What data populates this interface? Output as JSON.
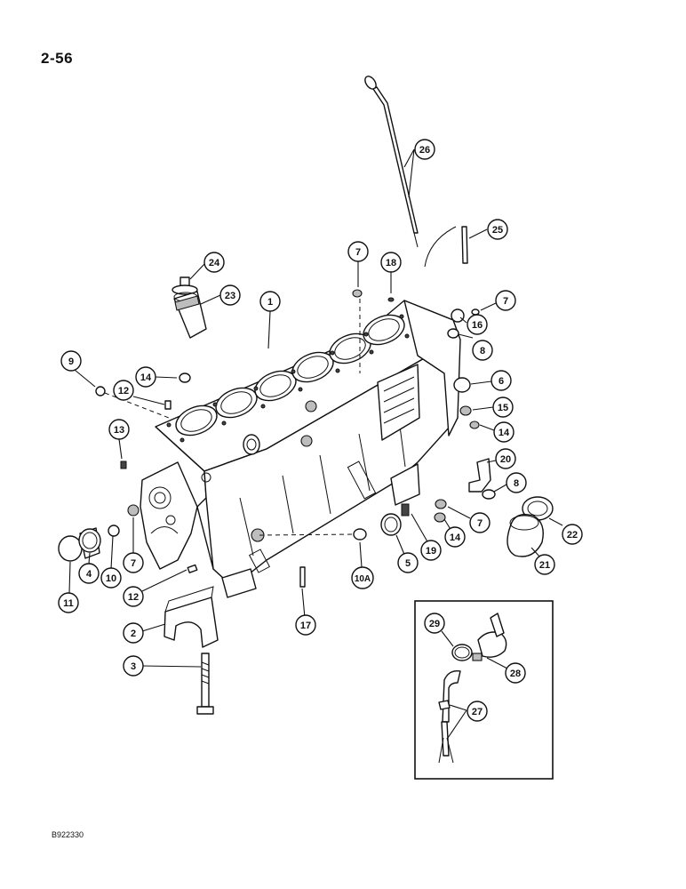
{
  "page": {
    "number": "2-56",
    "figure_code": "B922330"
  },
  "callouts": [
    {
      "id": "c26",
      "label": "26"
    },
    {
      "id": "c25",
      "label": "25"
    },
    {
      "id": "c24",
      "label": "24"
    },
    {
      "id": "c23",
      "label": "23"
    },
    {
      "id": "c7a",
      "label": "7"
    },
    {
      "id": "c18",
      "label": "18"
    },
    {
      "id": "c1",
      "label": "1"
    },
    {
      "id": "c7b",
      "label": "7"
    },
    {
      "id": "c16",
      "label": "16"
    },
    {
      "id": "c8a",
      "label": "8"
    },
    {
      "id": "c9",
      "label": "9"
    },
    {
      "id": "c14a",
      "label": "14"
    },
    {
      "id": "c12a",
      "label": "12"
    },
    {
      "id": "c6",
      "label": "6"
    },
    {
      "id": "c15",
      "label": "15"
    },
    {
      "id": "c14b",
      "label": "14"
    },
    {
      "id": "c13",
      "label": "13"
    },
    {
      "id": "c20",
      "label": "20"
    },
    {
      "id": "c8b",
      "label": "8"
    },
    {
      "id": "c22",
      "label": "22"
    },
    {
      "id": "c7c",
      "label": "7"
    },
    {
      "id": "c14c",
      "label": "14"
    },
    {
      "id": "c19",
      "label": "19"
    },
    {
      "id": "c5",
      "label": "5"
    },
    {
      "id": "c21",
      "label": "21"
    },
    {
      "id": "c10a",
      "label": "10A"
    },
    {
      "id": "c11",
      "label": "11"
    },
    {
      "id": "c4",
      "label": "4"
    },
    {
      "id": "c10",
      "label": "10"
    },
    {
      "id": "c7d",
      "label": "7"
    },
    {
      "id": "c12b",
      "label": "12"
    },
    {
      "id": "c17",
      "label": "17"
    },
    {
      "id": "c2",
      "label": "2"
    },
    {
      "id": "c3",
      "label": "3"
    },
    {
      "id": "c29",
      "label": "29"
    },
    {
      "id": "c28",
      "label": "28"
    },
    {
      "id": "c27",
      "label": "27"
    }
  ]
}
